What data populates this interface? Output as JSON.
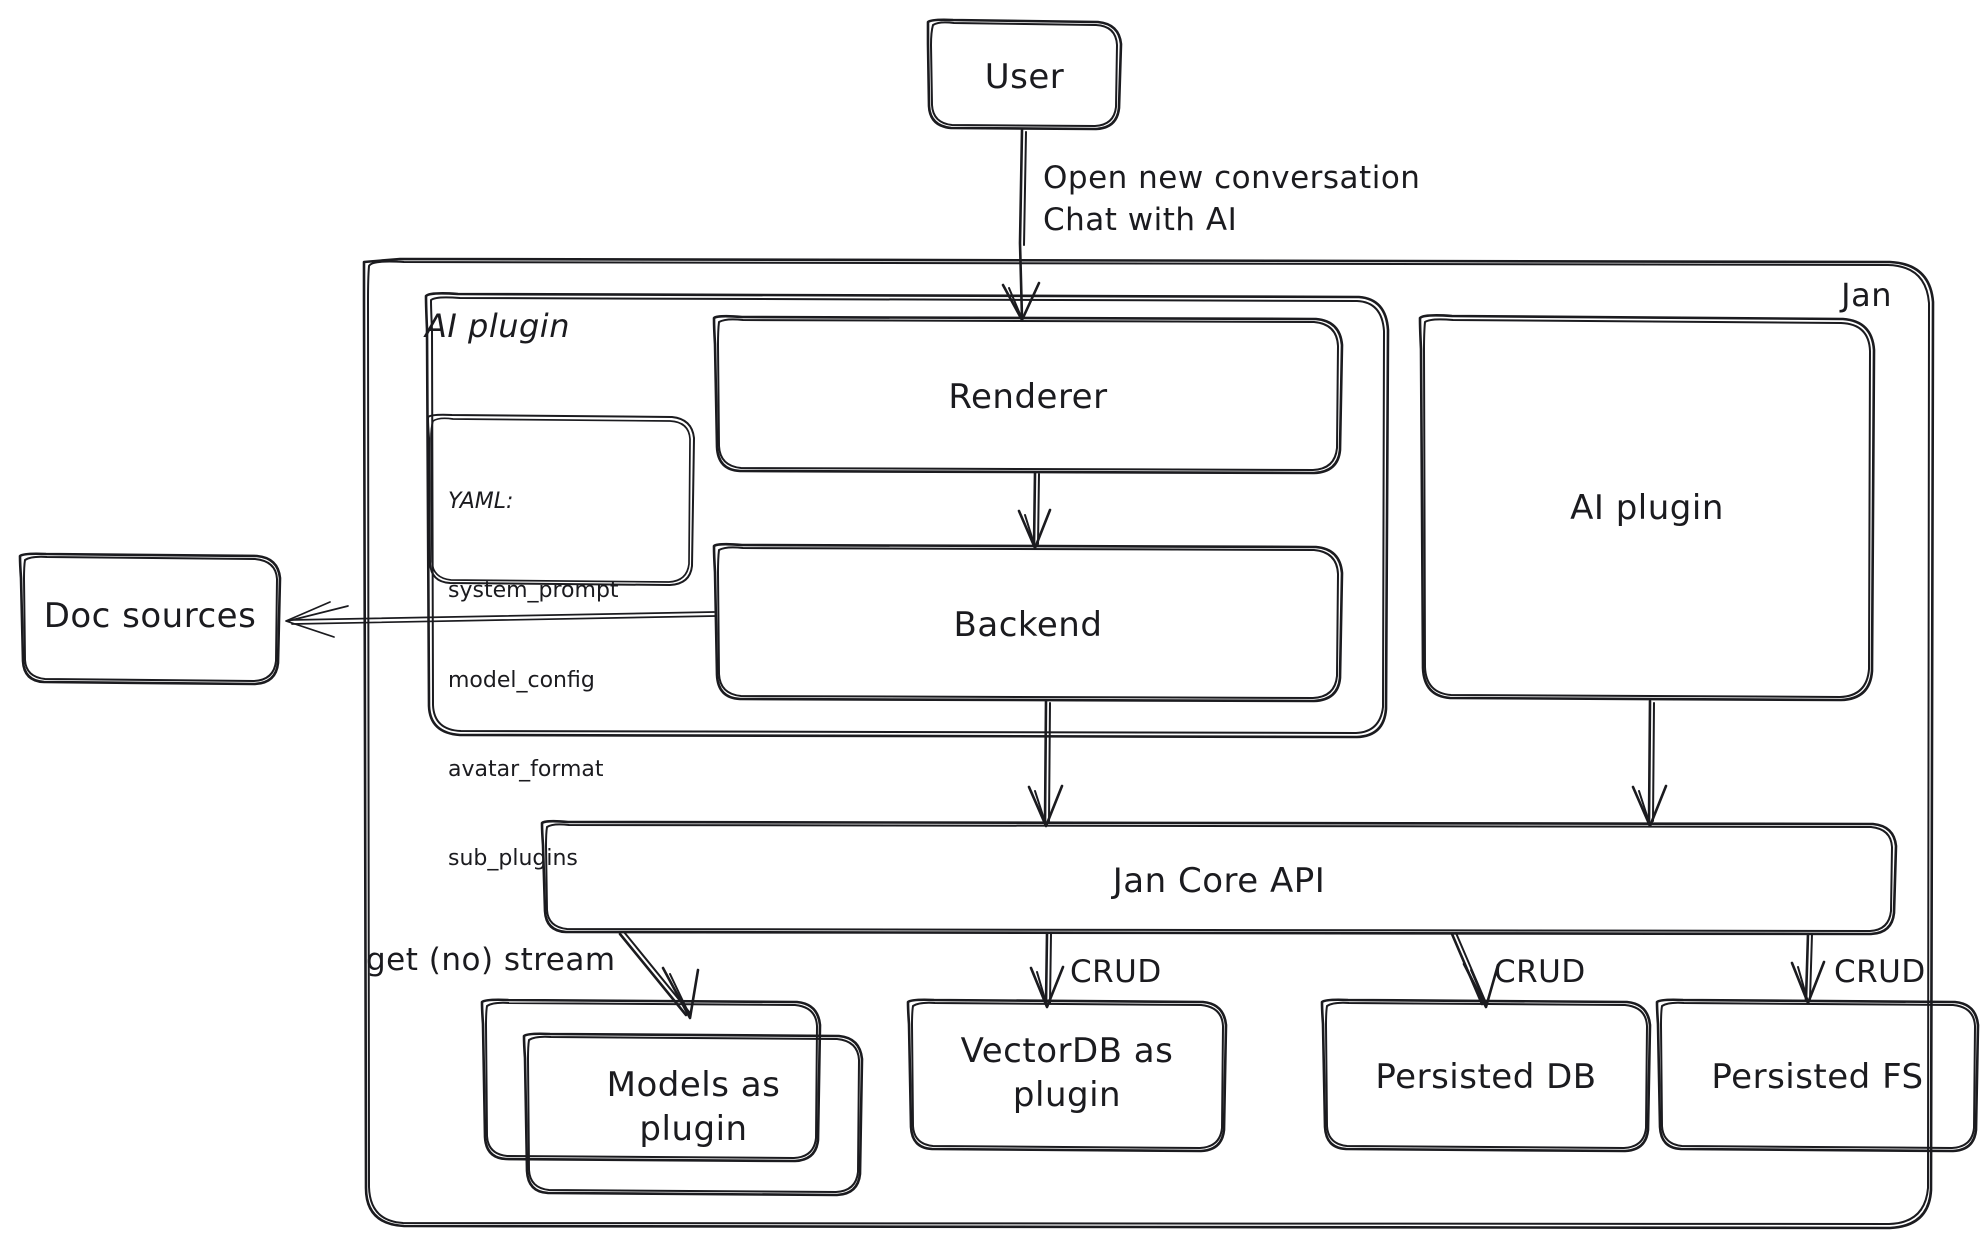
{
  "diagram": {
    "title": "Jan architecture diagram",
    "style": "hand-drawn",
    "stroke_color": "#1b1b1f",
    "background_color": "#ffffff"
  },
  "containers": [
    {
      "id": "jan",
      "label": "Jan"
    },
    {
      "id": "ai_plugin_group",
      "label": "AI plugin"
    }
  ],
  "nodes": {
    "user": {
      "label": "User"
    },
    "renderer": {
      "label": "Renderer"
    },
    "backend": {
      "label": "Backend"
    },
    "ai_plugin_right": {
      "label": "AI plugin"
    },
    "jan_core_api": {
      "label": "Jan Core API"
    },
    "doc_sources": {
      "label": "Doc sources"
    },
    "models_plugin": {
      "line1": "Models as",
      "line2": "plugin"
    },
    "vectordb_plugin": {
      "line1": "VectorDB as",
      "line2": "plugin"
    },
    "persisted_db": {
      "label": "Persisted DB"
    },
    "persisted_fs": {
      "label": "Persisted FS"
    }
  },
  "yaml_card": {
    "heading": "YAML:",
    "keys": [
      "system_prompt",
      "model_config",
      "avatar_format",
      "sub_plugins"
    ]
  },
  "edges": [
    {
      "id": "user-to-renderer",
      "from": "user",
      "to": "renderer",
      "label_line1": "Open new conversation",
      "label_line2": "Chat with AI"
    },
    {
      "id": "renderer-to-backend",
      "from": "renderer",
      "to": "backend",
      "label": ""
    },
    {
      "id": "backend-to-doc-sources",
      "from": "backend",
      "to": "doc_sources",
      "label": ""
    },
    {
      "id": "backend-to-core",
      "from": "backend",
      "to": "jan_core_api",
      "label": ""
    },
    {
      "id": "aiplugin-to-core",
      "from": "ai_plugin_right",
      "to": "jan_core_api",
      "label": ""
    },
    {
      "id": "core-to-models",
      "from": "jan_core_api",
      "to": "models_plugin",
      "label": "get (no) stream"
    },
    {
      "id": "core-to-vectordb",
      "from": "jan_core_api",
      "to": "vectordb_plugin",
      "label": "CRUD"
    },
    {
      "id": "core-to-persisted-db",
      "from": "jan_core_api",
      "to": "persisted_db",
      "label": "CRUD"
    },
    {
      "id": "core-to-persisted-fs",
      "from": "jan_core_api",
      "to": "persisted_fs",
      "label": "CRUD"
    }
  ]
}
